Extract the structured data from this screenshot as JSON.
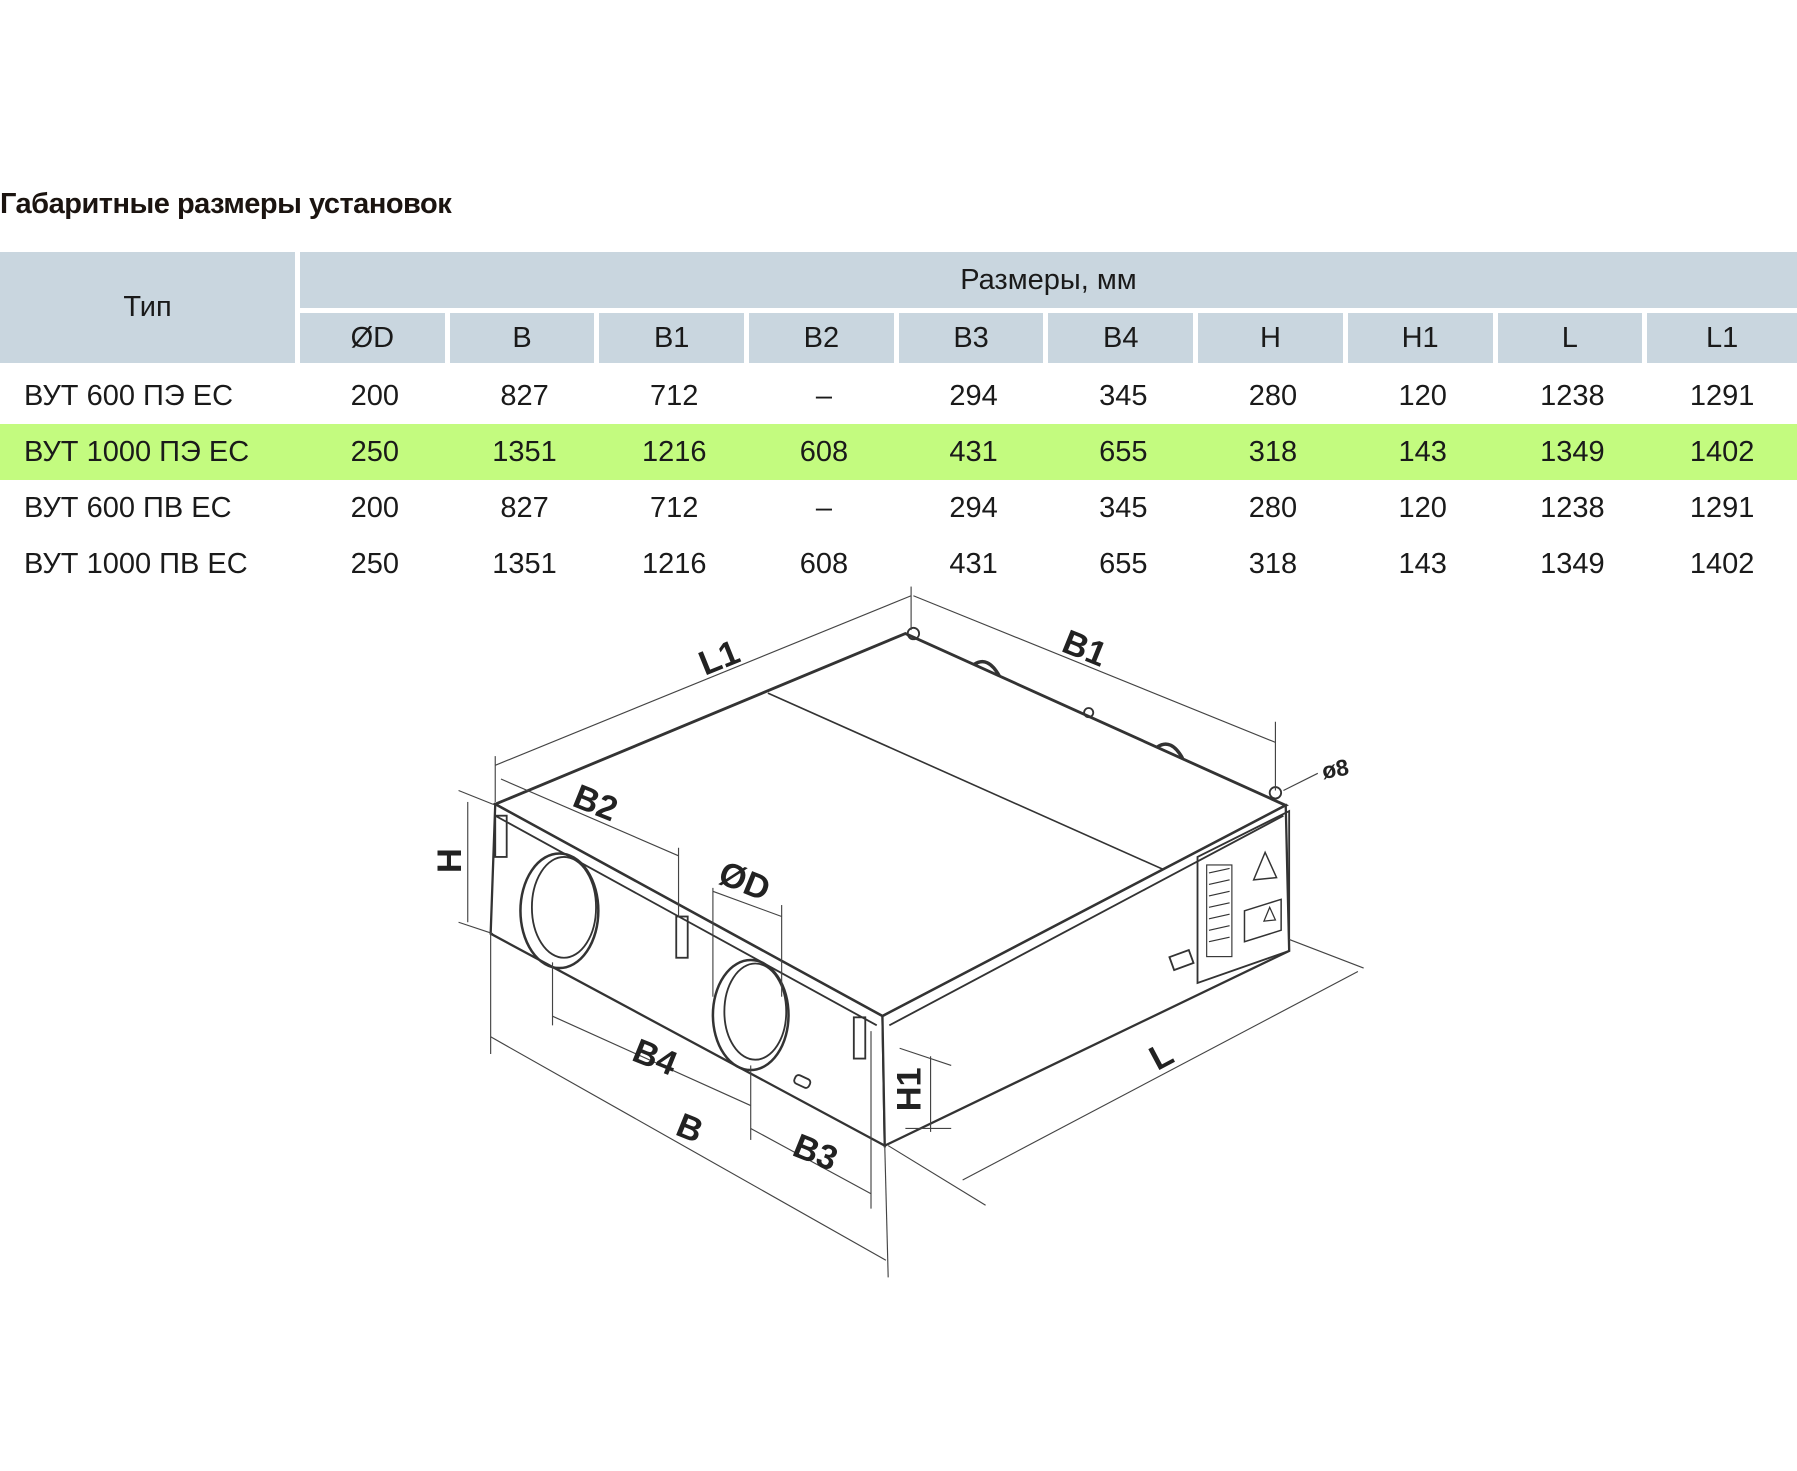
{
  "title": "Габаритные размеры установок",
  "table": {
    "type_header": "Тип",
    "group_header": "Размеры, мм",
    "columns": [
      "ØD",
      "B",
      "B1",
      "B2",
      "B3",
      "B4",
      "H",
      "H1",
      "L",
      "L1"
    ],
    "rows": [
      {
        "type": "ВУТ 600 ПЭ ЕС",
        "values": [
          "200",
          "827",
          "712",
          "–",
          "294",
          "345",
          "280",
          "120",
          "1238",
          "1291"
        ],
        "highlight": false
      },
      {
        "type": "ВУТ 1000 ПЭ ЕС",
        "values": [
          "250",
          "1351",
          "1216",
          "608",
          "431",
          "655",
          "318",
          "143",
          "1349",
          "1402"
        ],
        "highlight": true
      },
      {
        "type": "ВУТ 600 ПВ ЕС",
        "values": [
          "200",
          "827",
          "712",
          "–",
          "294",
          "345",
          "280",
          "120",
          "1238",
          "1291"
        ],
        "highlight": false
      },
      {
        "type": "ВУТ 1000 ПВ ЕС",
        "values": [
          "250",
          "1351",
          "1216",
          "608",
          "431",
          "655",
          "318",
          "143",
          "1349",
          "1402"
        ],
        "highlight": false
      }
    ],
    "highlight_color": "#c3fb7f",
    "header_color": "#c9d6df"
  },
  "diagram": {
    "labels": {
      "L1": "L1",
      "B1": "B1",
      "B2": "B2",
      "D": "ØD",
      "H": "H",
      "B4": "B4",
      "B": "B",
      "B3": "B3",
      "H1": "H1",
      "L": "L",
      "hole": "ø8"
    }
  }
}
